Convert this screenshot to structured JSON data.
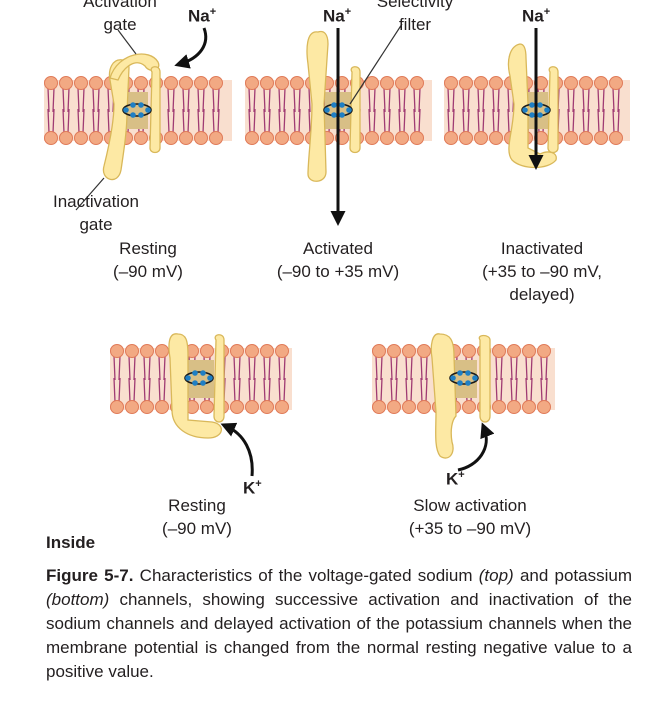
{
  "labels": {
    "activation_gate": "Activation\ngate",
    "selectivity_filter": "Selectivity\nfilter",
    "inactivation_gate": "Inactivation\ngate",
    "na": "Na",
    "k": "K",
    "plus": "+",
    "inside": "Inside"
  },
  "states": {
    "sodium": [
      {
        "name": "Resting",
        "voltage": "(–90 mV)"
      },
      {
        "name": "Activated",
        "voltage": "(–90 to +35 mV)"
      },
      {
        "name": "Inactivated",
        "voltage": "(+35 to –90 mV,\ndelayed)"
      }
    ],
    "potassium": [
      {
        "name": "Resting",
        "voltage": "(–90 mV)"
      },
      {
        "name": "Slow activation",
        "voltage": "(+35 to –90 mV)"
      }
    ]
  },
  "caption": {
    "figure": "Figure 5-7.",
    "t1": " Characteristics of the voltage-gated sodium ",
    "top": "(top)",
    "t2": " and potassium ",
    "bottom": "(bottom)",
    "t3": " channels, showing successive activation and inactivation of the sodium channels and delayed activation of the potassium channels when the membrane potential is changed from the normal resting negative value to a positive value."
  },
  "colors": {
    "lipid_head": "#f2a983",
    "lipid_head_stroke": "#e07a58",
    "lipid_tail": "#a03b73",
    "bilayer_bg": "#f9dfcf",
    "protein": "#fde9a4",
    "protein_stroke": "#d9b85a",
    "pore": "#d8bf86",
    "filter_dot": "#1f7fc4",
    "arrow": "#111111"
  }
}
